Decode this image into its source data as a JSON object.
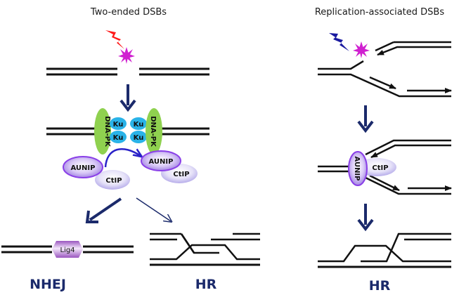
{
  "panels": {
    "left": {
      "title": "Two-ended DSBs",
      "pathway_nhej": "NHEJ",
      "pathway_hr": "HR"
    },
    "right": {
      "title": "Replication-associated DSBs",
      "pathway_hr": "HR"
    }
  },
  "proteins": {
    "dnapk": "DNA-PK",
    "ku": "Ku",
    "aunip": "AUNIP",
    "ctip": "CtIP",
    "lig4": "Lig4"
  },
  "colors": {
    "arrow_dark_blue": "#1b2a6b",
    "lightning_left": "#ff1a1a",
    "lightning_right": "#1a1aa0",
    "break_star": "#d020d0",
    "dnapk_green": "#8fd14f",
    "ku_blue": "#2ab3e8",
    "aunip_purple": "#b79ae8",
    "ctip_lavender": "#d6d0f0",
    "lig4_purple": "#a96bc7"
  }
}
